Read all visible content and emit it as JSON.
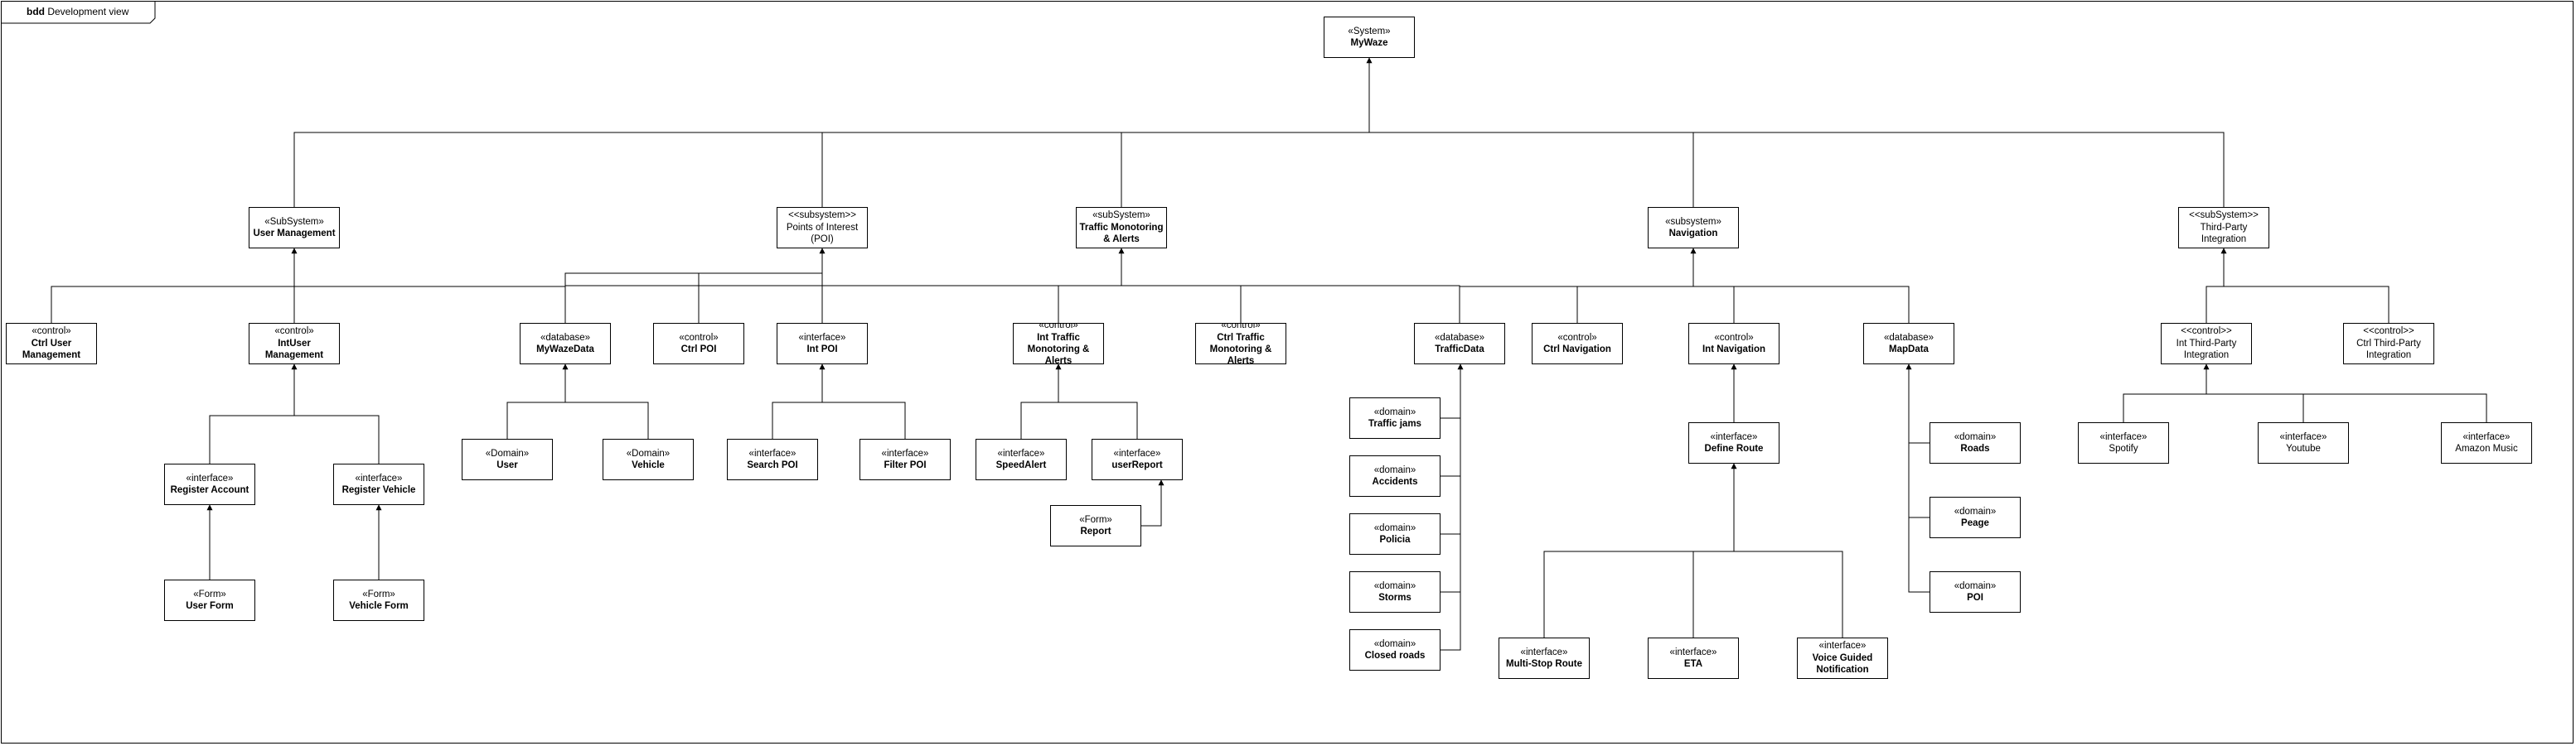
{
  "frame": {
    "kind": "bdd",
    "title": "Development view"
  },
  "blocks": [
    {
      "id": "mywaze",
      "stereotype": "«System»",
      "name": "MyWaze",
      "bold": true
    },
    {
      "id": "usermgmt",
      "stereotype": "«SubSystem»",
      "name": "User Management",
      "bold": true
    },
    {
      "id": "poi",
      "stereotype": "<<subsystem>>",
      "name": "Points of Interest (POI)",
      "bold": false
    },
    {
      "id": "traffic",
      "stereotype": "«subSystem»",
      "name": "Traffic Monotoring & Alerts",
      "bold": true
    },
    {
      "id": "navigation",
      "stereotype": "«subsystem»",
      "name": "Navigation",
      "bold": true
    },
    {
      "id": "thirdparty",
      "stereotype": "<<subSystem>>",
      "name": "Third-Party Integration",
      "bold": false
    },
    {
      "id": "ctrlusermgmt",
      "stereotype": "«control»",
      "name": "Ctrl User Management",
      "bold": true
    },
    {
      "id": "intusermgmt",
      "stereotype": "«control»",
      "name": "IntUser Management",
      "bold": true
    },
    {
      "id": "mywazedata",
      "stereotype": "«database»",
      "name": "MyWazeData",
      "bold": true
    },
    {
      "id": "ctrlpoi",
      "stereotype": "«control»",
      "name": "Ctrl POI",
      "bold": true
    },
    {
      "id": "intpoi",
      "stereotype": "«interface»",
      "name": "Int POI",
      "bold": true
    },
    {
      "id": "inttraffic",
      "stereotype": "«control»",
      "name": "Int Traffic Monotoring & Alerts",
      "bold": true
    },
    {
      "id": "ctrltraffic",
      "stereotype": "«control»",
      "name": "Ctrl Traffic Monotoring & Alerts",
      "bold": true
    },
    {
      "id": "trafficdata",
      "stereotype": "«database»",
      "name": "TrafficData",
      "bold": true
    },
    {
      "id": "ctrlnav",
      "stereotype": "«control»",
      "name": "Ctrl Navigation",
      "bold": true
    },
    {
      "id": "intnav",
      "stereotype": "«control»",
      "name": "Int Navigation",
      "bold": true
    },
    {
      "id": "mapdata",
      "stereotype": "«database»",
      "name": "MapData",
      "bold": true
    },
    {
      "id": "intthird",
      "stereotype": "<<control>>",
      "name": "Int Third-Party Integration",
      "bold": false
    },
    {
      "id": "ctrlthird",
      "stereotype": "<<control>>",
      "name": "Ctrl Third-Party Integration",
      "bold": false
    },
    {
      "id": "regaccount",
      "stereotype": "«interface»",
      "name": "Register Account",
      "bold": true
    },
    {
      "id": "regvehicle",
      "stereotype": "«interface»",
      "name": "Register Vehicle",
      "bold": true
    },
    {
      "id": "userform",
      "stereotype": "«Form»",
      "name": "User Form",
      "bold": true
    },
    {
      "id": "vehicleform",
      "stereotype": "«Form»",
      "name": "Vehicle Form",
      "bold": true
    },
    {
      "id": "user",
      "stereotype": "«Domain»",
      "name": "User",
      "bold": true
    },
    {
      "id": "vehicle",
      "stereotype": "«Domain»",
      "name": "Vehicle",
      "bold": true
    },
    {
      "id": "searchpoi",
      "stereotype": "«interface»",
      "name": "Search POI",
      "bold": true
    },
    {
      "id": "filterpoi",
      "stereotype": "«interface»",
      "name": "Filter POI",
      "bold": true
    },
    {
      "id": "speedalert",
      "stereotype": "«interface»",
      "name": "SpeedAlert",
      "bold": true
    },
    {
      "id": "userreport",
      "stereotype": "«interface»",
      "name": "userReport",
      "bold": true
    },
    {
      "id": "report",
      "stereotype": "«Form»",
      "name": "Report",
      "bold": true
    },
    {
      "id": "trafficjams",
      "stereotype": "«domain»",
      "name": "Traffic jams",
      "bold": true
    },
    {
      "id": "accidents",
      "stereotype": "«domain»",
      "name": "Accidents",
      "bold": true
    },
    {
      "id": "policia",
      "stereotype": "«domain»",
      "name": "Policia",
      "bold": true
    },
    {
      "id": "storms",
      "stereotype": "«domain»",
      "name": "Storms",
      "bold": true
    },
    {
      "id": "closedroads",
      "stereotype": "«domain»",
      "name": "Closed roads",
      "bold": true
    },
    {
      "id": "defineroute",
      "stereotype": "«interface»",
      "name": "Define Route",
      "bold": true
    },
    {
      "id": "multistop",
      "stereotype": "«interface»",
      "name": "Multi-Stop Route",
      "bold": true
    },
    {
      "id": "eta",
      "stereotype": "«interface»",
      "name": "ETA",
      "bold": true
    },
    {
      "id": "voiceguided",
      "stereotype": "«interface»",
      "name": "Voice Guided Notification",
      "bold": true
    },
    {
      "id": "roads",
      "stereotype": "«domain»",
      "name": "Roads",
      "bold": true
    },
    {
      "id": "peage",
      "stereotype": "«domain»",
      "name": "Peage",
      "bold": true
    },
    {
      "id": "mappoi",
      "stereotype": "«domain»",
      "name": "POI",
      "bold": true
    },
    {
      "id": "spotify",
      "stereotype": "«interface»",
      "name": "Spotify",
      "bold": false
    },
    {
      "id": "youtube",
      "stereotype": "«interface»",
      "name": "Youtube",
      "bold": false
    },
    {
      "id": "amazonmusic",
      "stereotype": "«interface»",
      "name": "Amazon Music",
      "bold": false
    }
  ],
  "relations": [
    {
      "parent": "mywaze",
      "children": [
        "usermgmt",
        "poi",
        "traffic",
        "navigation",
        "thirdparty"
      ]
    },
    {
      "parent": "usermgmt",
      "children": [
        "ctrlusermgmt",
        "intusermgmt",
        "mywazedata"
      ]
    },
    {
      "parent": "poi",
      "children": [
        "mywazedata",
        "ctrlpoi",
        "intpoi"
      ]
    },
    {
      "parent": "traffic",
      "children": [
        "mywazedata",
        "inttraffic",
        "ctrltraffic",
        "trafficdata"
      ]
    },
    {
      "parent": "navigation",
      "children": [
        "trafficdata",
        "ctrlnav",
        "intnav",
        "mapdata"
      ]
    },
    {
      "parent": "thirdparty",
      "children": [
        "intthird",
        "ctrlthird"
      ]
    },
    {
      "parent": "intusermgmt",
      "children": [
        "regaccount",
        "regvehicle"
      ]
    },
    {
      "parent": "regaccount",
      "children": [
        "userform"
      ]
    },
    {
      "parent": "regvehicle",
      "children": [
        "vehicleform"
      ]
    },
    {
      "parent": "mywazedata",
      "children": [
        "user",
        "vehicle"
      ]
    },
    {
      "parent": "intpoi",
      "children": [
        "searchpoi",
        "filterpoi"
      ]
    },
    {
      "parent": "inttraffic",
      "children": [
        "speedalert",
        "userreport"
      ]
    },
    {
      "parent": "userreport",
      "children": [
        "report"
      ]
    },
    {
      "parent": "trafficdata",
      "children": [
        "trafficjams",
        "accidents",
        "policia",
        "storms",
        "closedroads"
      ]
    },
    {
      "parent": "intnav",
      "children": [
        "defineroute"
      ]
    },
    {
      "parent": "defineroute",
      "children": [
        "multistop",
        "eta",
        "voiceguided"
      ]
    },
    {
      "parent": "mapdata",
      "children": [
        "roads",
        "peage",
        "mappoi"
      ]
    },
    {
      "parent": "intthird",
      "children": [
        "spotify",
        "youtube",
        "amazonmusic"
      ]
    }
  ]
}
